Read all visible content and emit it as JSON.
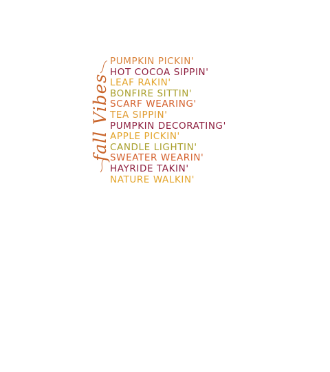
{
  "design": {
    "script_title": "fall Vibes",
    "script_color": "#c9652b",
    "activities": [
      {
        "text": "PUMPKIN PICKIN'",
        "color": "#d9823a"
      },
      {
        "text": "HOT COCOA SIPPIN'",
        "color": "#8e1f3f"
      },
      {
        "text": "LEAF RAKIN'",
        "color": "#e3a42a"
      },
      {
        "text": "BONFIRE SITTIN'",
        "color": "#a9a02d"
      },
      {
        "text": "SCARF WEARING'",
        "color": "#d4612d"
      },
      {
        "text": "TEA SIPPIN'",
        "color": "#e09c33"
      },
      {
        "text": "PUMPKIN DECORATING'",
        "color": "#8e1f3f"
      },
      {
        "text": "APPLE PICKIN'",
        "color": "#e3a42a"
      },
      {
        "text": "CANDLE LIGHTIN'",
        "color": "#a9a02d"
      },
      {
        "text": "SWEATER WEARIN'",
        "color": "#d4612d"
      },
      {
        "text": "HAYRIDE TAKIN'",
        "color": "#8e1f3f"
      },
      {
        "text": "NATURE WALKIN'",
        "color": "#e3a42a"
      }
    ]
  }
}
